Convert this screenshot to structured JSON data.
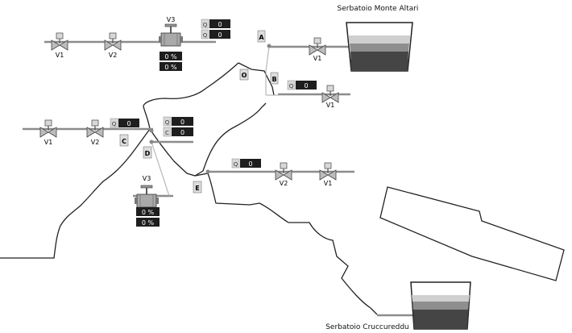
{
  "tanks": [
    {
      "id": "monte_altari",
      "label": "Serbatoio Monte Altari"
    },
    {
      "id": "cruccureddu",
      "label": "Serbatoio Cruccureddu"
    }
  ],
  "valves": [
    {
      "id": "top-v1",
      "label": "V1"
    },
    {
      "id": "top-v2",
      "label": "V2"
    },
    {
      "id": "top-v3",
      "label": "V3"
    },
    {
      "id": "ma-v1",
      "label": "V1"
    },
    {
      "id": "b-v1",
      "label": "V1"
    },
    {
      "id": "left-v1",
      "label": "V1"
    },
    {
      "id": "left-v2",
      "label": "V2"
    },
    {
      "id": "d-v3",
      "label": "V3"
    },
    {
      "id": "e-v2",
      "label": "V2"
    },
    {
      "id": "e-v1",
      "label": "V1"
    }
  ],
  "nodes": [
    {
      "id": "A",
      "label": "A"
    },
    {
      "id": "B",
      "label": "B"
    },
    {
      "id": "C",
      "label": "C"
    },
    {
      "id": "D",
      "label": "D"
    },
    {
      "id": "E",
      "label": "E"
    },
    {
      "id": "O",
      "label": "O"
    }
  ],
  "readouts": [
    {
      "id": "top-q1",
      "tag": "Q",
      "value": "0"
    },
    {
      "id": "top-q2",
      "tag": "Q",
      "value": "0"
    },
    {
      "id": "top-p1",
      "tag": "",
      "value": "0 %"
    },
    {
      "id": "top-p2",
      "tag": "",
      "value": "0 %"
    },
    {
      "id": "b-q",
      "tag": "Q",
      "value": "0"
    },
    {
      "id": "left-q",
      "tag": "Q",
      "value": "0"
    },
    {
      "id": "c-q1",
      "tag": "Q",
      "value": "0"
    },
    {
      "id": "c-q2",
      "tag": "C",
      "value": "0"
    },
    {
      "id": "d-p1",
      "tag": "",
      "value": "0 %"
    },
    {
      "id": "d-p2",
      "tag": "",
      "value": "0 %"
    },
    {
      "id": "e-q",
      "tag": "Q",
      "value": "0"
    }
  ]
}
